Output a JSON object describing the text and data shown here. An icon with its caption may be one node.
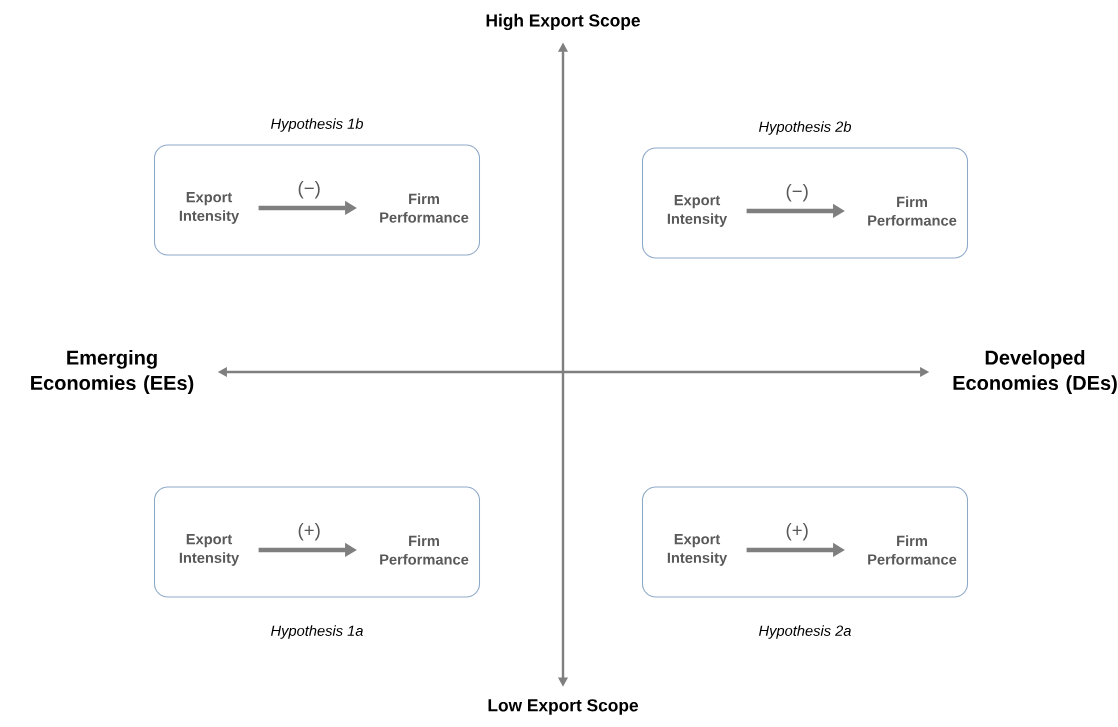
{
  "diagram": {
    "nodes": [
      {
        "text": [
          "High Export Scope"
        ]
      },
      {
        "text": [],
        "shape": "box",
        "beside": [
          "Hypothesis 1b"
        ]
      },
      {
        "text": [
          "Export Intensity"
        ],
        "in": 1
      },
      {
        "text": [
          "Firm Performance"
        ],
        "in": 1
      },
      {
        "text": [],
        "shape": "box",
        "beside": [
          "Hypothesis 2b"
        ]
      },
      {
        "text": [
          "Export Intensity"
        ],
        "in": 4
      },
      {
        "text": [
          "Firm Performance"
        ],
        "in": 4
      },
      {
        "text": [
          "Emerging Economies (EEs)"
        ]
      },
      {
        "text": [
          "Developed Economies (DEs)"
        ]
      },
      {
        "text": [],
        "shape": "box",
        "beside": [
          "Hypothesis 1a"
        ]
      },
      {
        "text": [
          "Export Intensity"
        ],
        "in": 9
      },
      {
        "text": [
          "Firm Performance"
        ],
        "in": 9
      },
      {
        "text": [],
        "shape": "box",
        "beside": [
          "Hypothesis 2a"
        ]
      },
      {
        "text": [
          "Export Intensity"
        ],
        "in": 12
      },
      {
        "text": [
          "Firm Performance"
        ],
        "in": 12
      },
      {
        "text": [
          "Low Export Scope"
        ]
      }
    ],
    "edges": [
      {
        "from": 0,
        "to": 15,
        "arrow": "both"
      },
      {
        "from": 7,
        "to": 8,
        "arrow": "both"
      },
      {
        "from": 2,
        "to": 3,
        "arrow": "to",
        "label": "(−)"
      },
      {
        "from": 5,
        "to": 6,
        "arrow": "to",
        "label": "(−)"
      },
      {
        "from": 10,
        "to": 11,
        "arrow": "to",
        "label": "(+)"
      },
      {
        "from": 13,
        "to": 14,
        "arrow": "to",
        "label": "(+)"
      }
    ]
  }
}
